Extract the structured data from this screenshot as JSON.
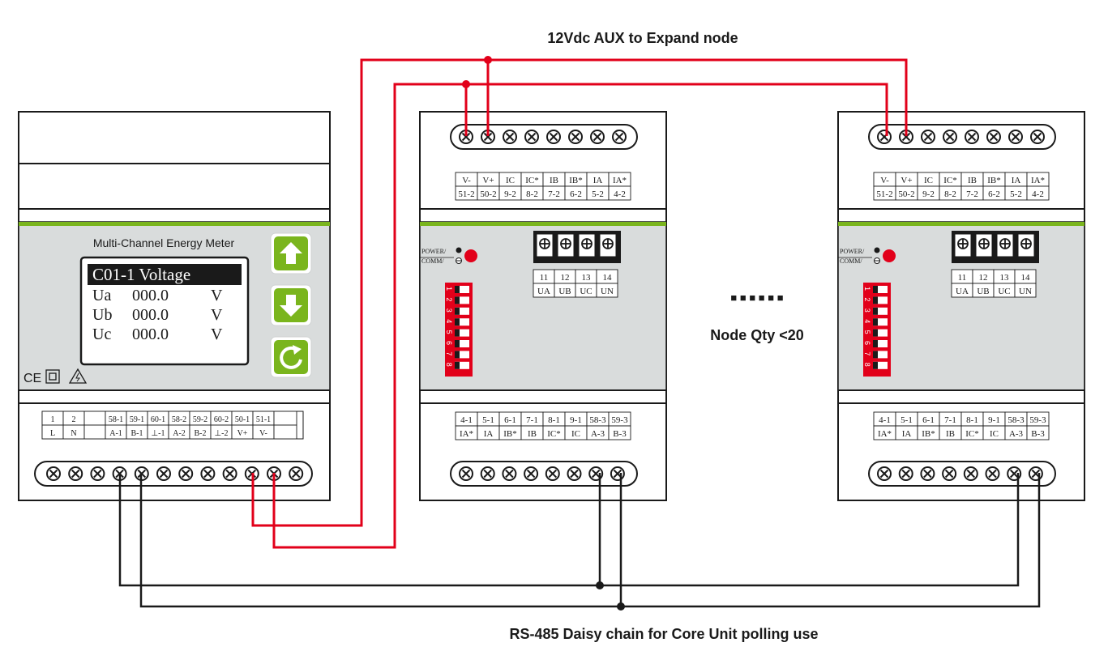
{
  "captions": {
    "top": "12Vdc AUX to Expand node",
    "bottom": "RS-485 Daisy chain for Core Unit polling use",
    "node_qty": "Node Qty <20",
    "ellipsis": "■ ■ ■ ■ ■ ■"
  },
  "core_unit": {
    "title": "Multi-Channel Energy Meter",
    "lcd": {
      "header": "C01-1 Voltage",
      "rows": [
        {
          "name": "Ua",
          "value": "000.0",
          "unit": "V"
        },
        {
          "name": "Ub",
          "value": "000.0",
          "unit": "V"
        },
        {
          "name": "Uc",
          "value": "000.0",
          "unit": "V"
        }
      ]
    },
    "marks": "CE",
    "terminal_top_row": [
      "1",
      "2",
      "",
      "58-1",
      "59-1",
      "60-1",
      "58-2",
      "59-2",
      "60-2",
      "50-1",
      "51-1",
      ""
    ],
    "terminal_bottom_row": [
      "L",
      "N",
      "",
      "A-1",
      "B-1",
      "⊥-1",
      "A-2",
      "B-2",
      "⊥-2",
      "V+",
      "V-",
      ""
    ],
    "buttons": [
      "up-arrow-icon",
      "down-arrow-icon",
      "refresh-icon"
    ]
  },
  "node_upper_table": {
    "row1": [
      "V-",
      "V+",
      "IC",
      "IC*",
      "IB",
      "IB*",
      "IA",
      "IA*"
    ],
    "row2": [
      "51-2",
      "50-2",
      "9-2",
      "8-2",
      "7-2",
      "6-2",
      "5-2",
      "4-2"
    ]
  },
  "node_lower_table": {
    "row1": [
      "4-1",
      "5-1",
      "6-1",
      "7-1",
      "8-1",
      "9-1",
      "58-3",
      "59-3"
    ],
    "row2": [
      "IA*",
      "IA",
      "IB*",
      "IB",
      "IC*",
      "IC",
      "A-3",
      "B-3"
    ]
  },
  "node_voltage_table": {
    "row1": [
      "11",
      "12",
      "13",
      "14"
    ],
    "row2": [
      "UA",
      "UB",
      "UC",
      "UN"
    ]
  },
  "node_led": {
    "power": "POWER/",
    "comm": "COMM/"
  },
  "dip_numbers": [
    "1",
    "2",
    "3",
    "4",
    "5",
    "6",
    "7",
    "8"
  ],
  "colors": {
    "power_wire": "#e2001a",
    "rs485_wire": "#1a1a1a",
    "green_stripe": "#7ab51d",
    "panel_gray": "#d9dcdc",
    "dip_red": "#e2001a",
    "button_green": "#7ab51d"
  }
}
